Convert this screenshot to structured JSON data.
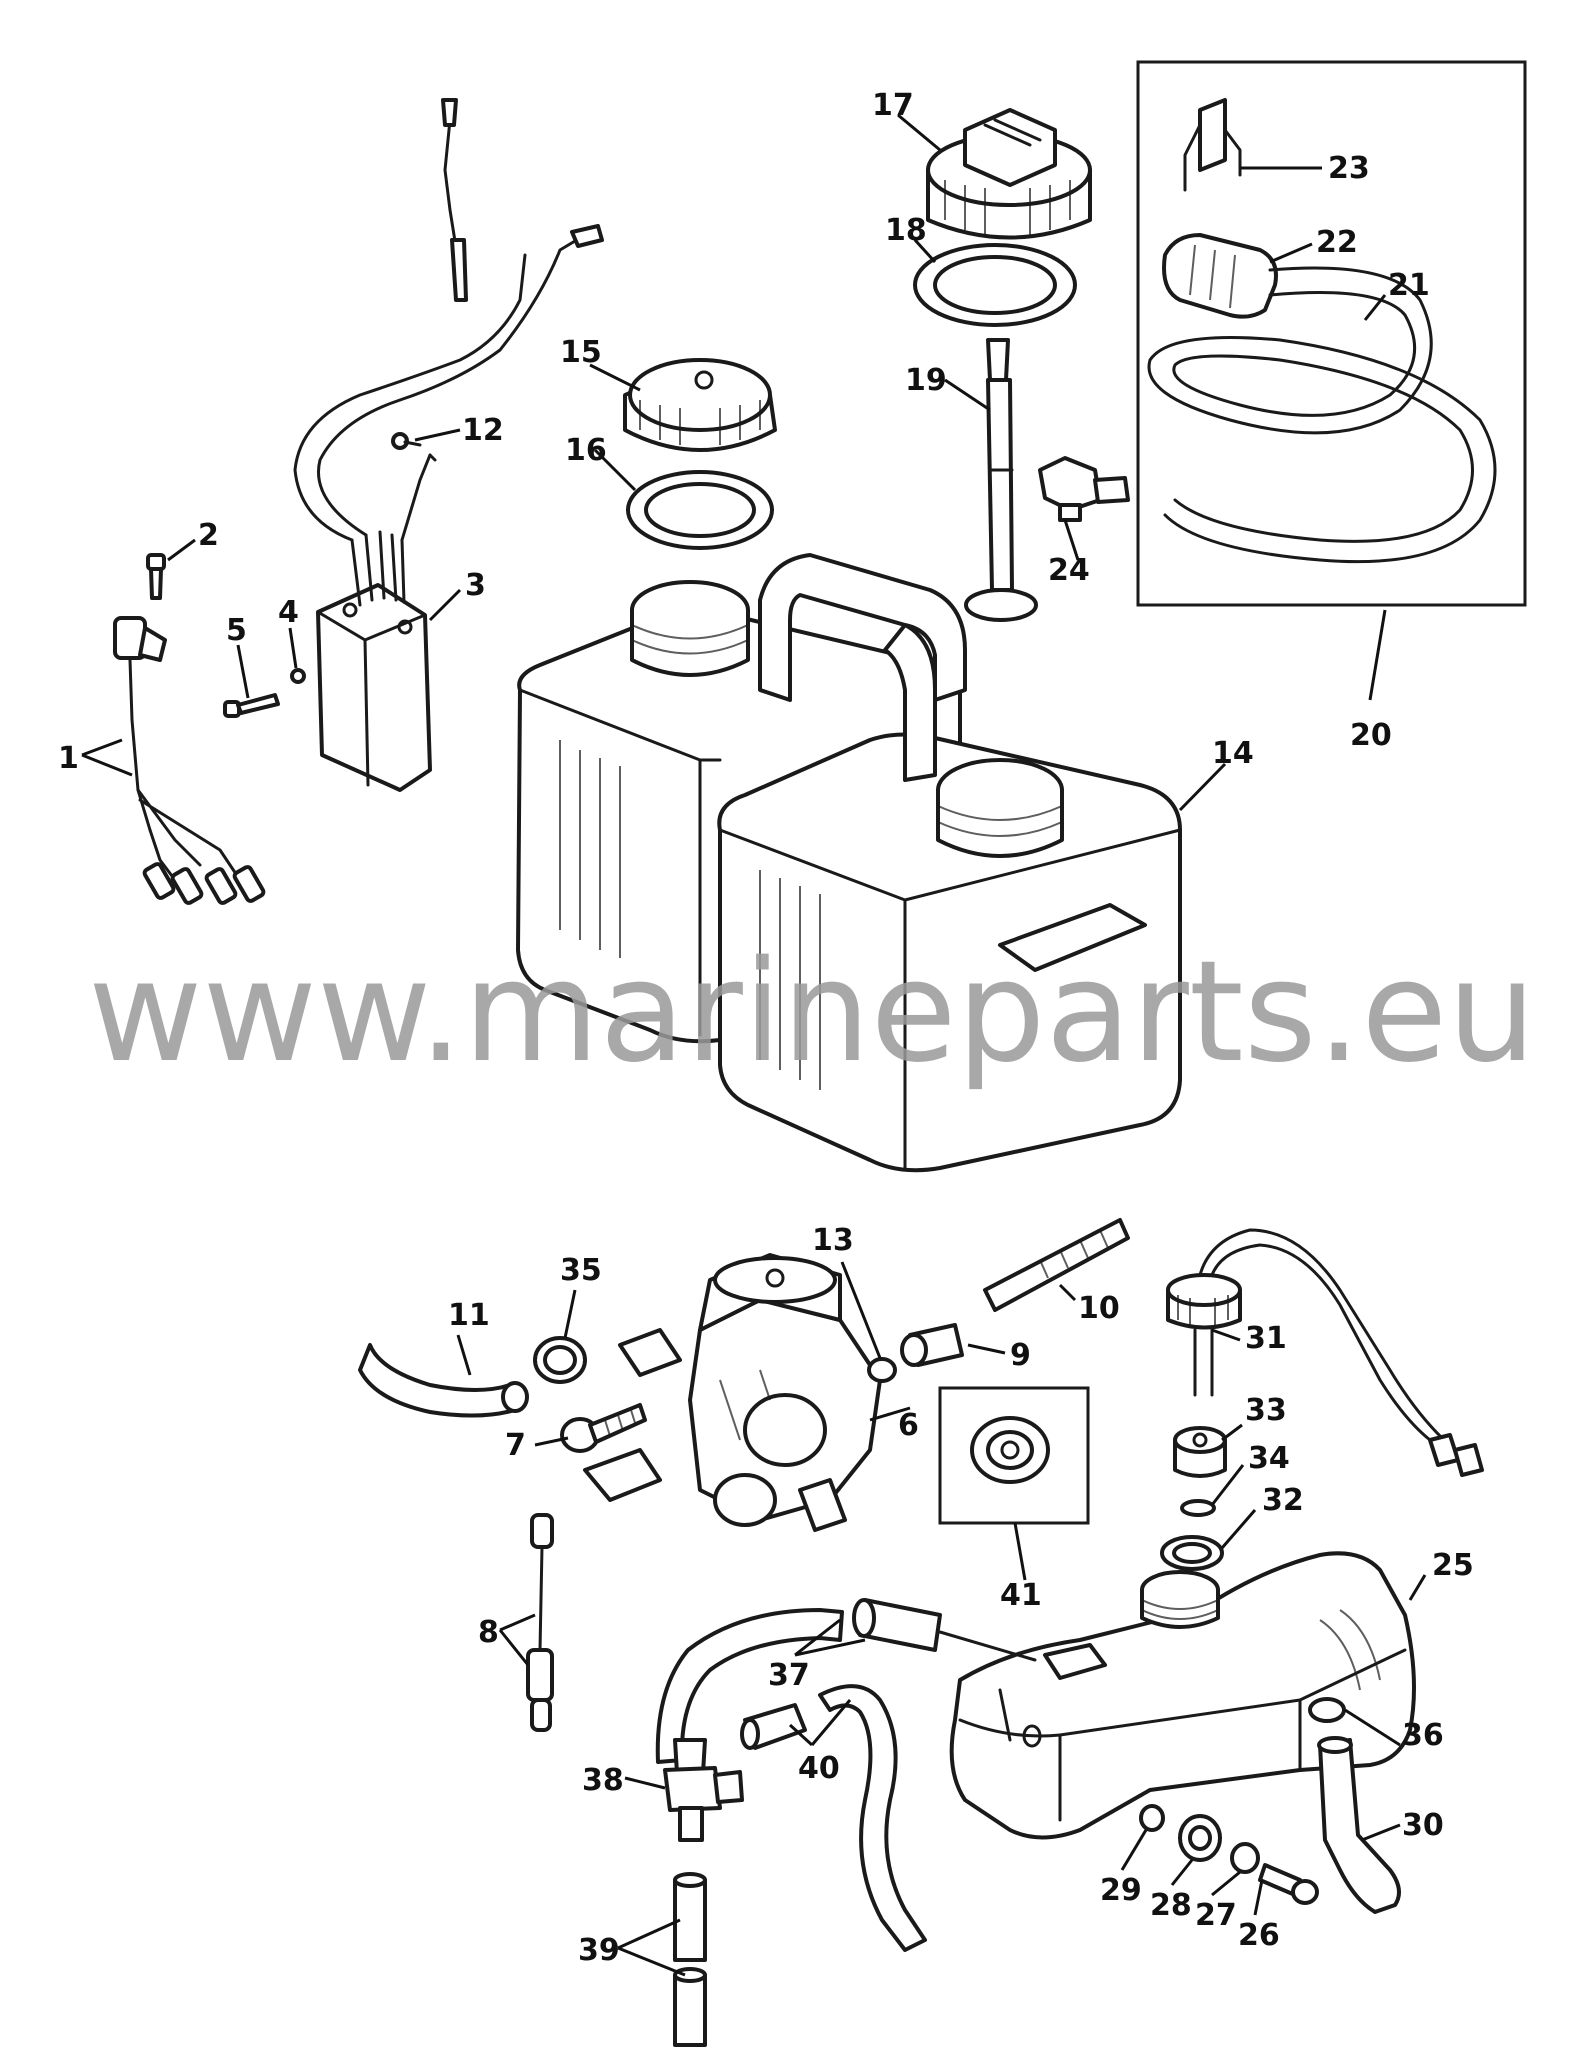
{
  "watermark": "www.marineparts.eu",
  "callouts": {
    "c1": "1",
    "c2": "2",
    "c3": "3",
    "c4": "4",
    "c5": "5",
    "c6": "6",
    "c7": "7",
    "c8": "8",
    "c9": "9",
    "c10": "10",
    "c11": "11",
    "c12": "12",
    "c13": "13",
    "c14": "14",
    "c15": "15",
    "c16": "16",
    "c17": "17",
    "c18": "18",
    "c19": "19",
    "c20": "20",
    "c21": "21",
    "c22": "22",
    "c23": "23",
    "c24": "24",
    "c25": "25",
    "c26": "26",
    "c27": "27",
    "c28": "28",
    "c29": "29",
    "c30": "30",
    "c31": "31",
    "c32": "32",
    "c33": "33",
    "c34": "34",
    "c35": "35",
    "c36": "36",
    "c37": "37",
    "c38": "38",
    "c39": "39",
    "c40": "40",
    "c41": "41"
  }
}
